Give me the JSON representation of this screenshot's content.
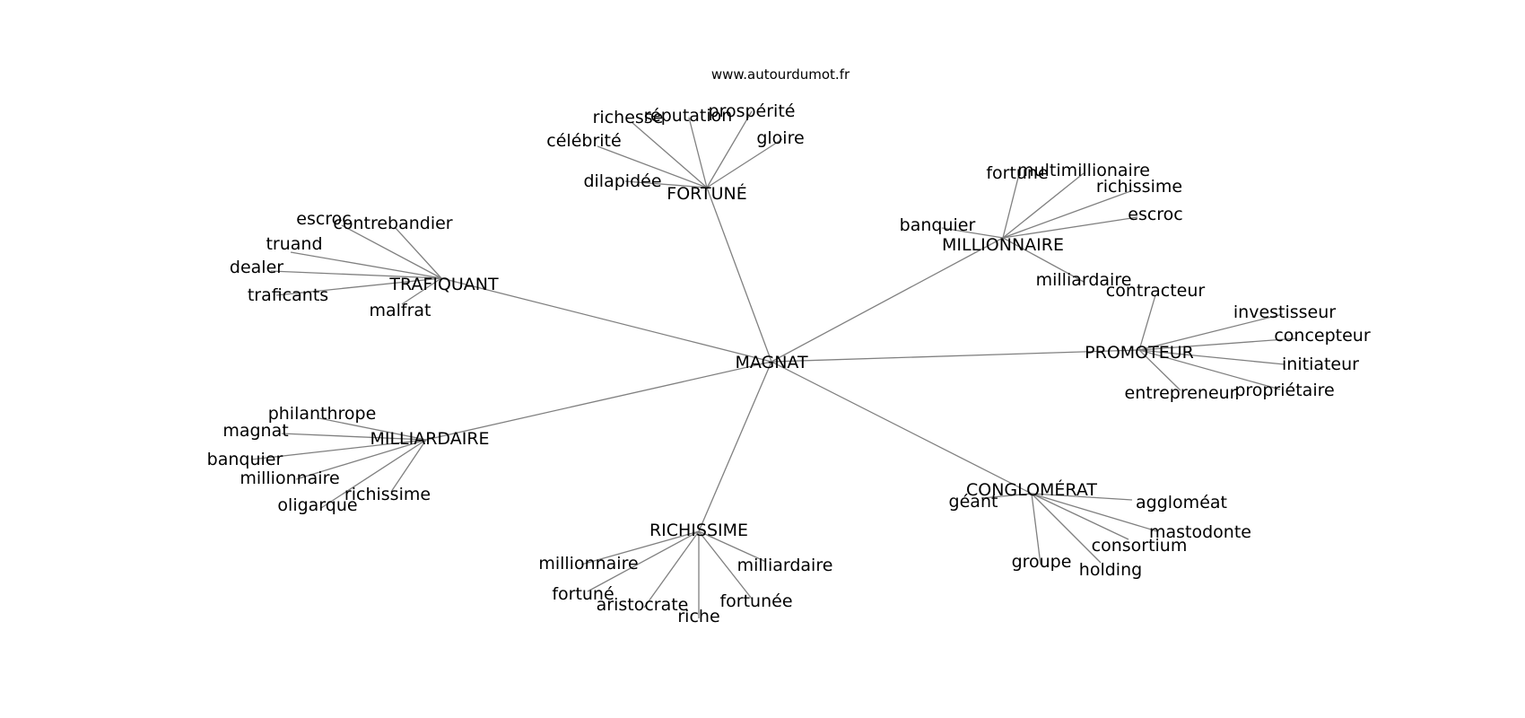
{
  "source": "www.autourdumot.fr",
  "center": "MAGNAT",
  "clusters": [
    {
      "word": "FORTUNÉ",
      "neighbors": [
        "richesse",
        "réputation",
        "prospérité",
        "célébrité",
        "gloire",
        "dilapidée"
      ]
    },
    {
      "word": "MILLIONNAIRE",
      "neighbors": [
        "fortune",
        "multimillionaire",
        "richissime",
        "escroc",
        "banquier",
        "milliardaire"
      ]
    },
    {
      "word": "TRAFIQUANT",
      "neighbors": [
        "escroc",
        "contrebandier",
        "truand",
        "dealer",
        "traficants",
        "malfrat"
      ]
    },
    {
      "word": "PROMOTEUR",
      "neighbors": [
        "contracteur",
        "investisseur",
        "concepteur",
        "initiateur",
        "entrepreneur",
        "propriétaire"
      ]
    },
    {
      "word": "MILLIARDAIRE",
      "neighbors": [
        "philanthrope",
        "magnat",
        "banquier",
        "millionnaire",
        "richissime",
        "oligarque"
      ]
    },
    {
      "word": "CONGLOMÉRAT",
      "neighbors": [
        "géant",
        "aggloméat",
        "mastodonte",
        "consortium",
        "groupe",
        "holding"
      ]
    },
    {
      "word": "RICHISSIME",
      "neighbors": [
        "millionnaire",
        "milliardaire",
        "fortuné",
        "aristocrate",
        "riche",
        "fortunée"
      ]
    }
  ]
}
